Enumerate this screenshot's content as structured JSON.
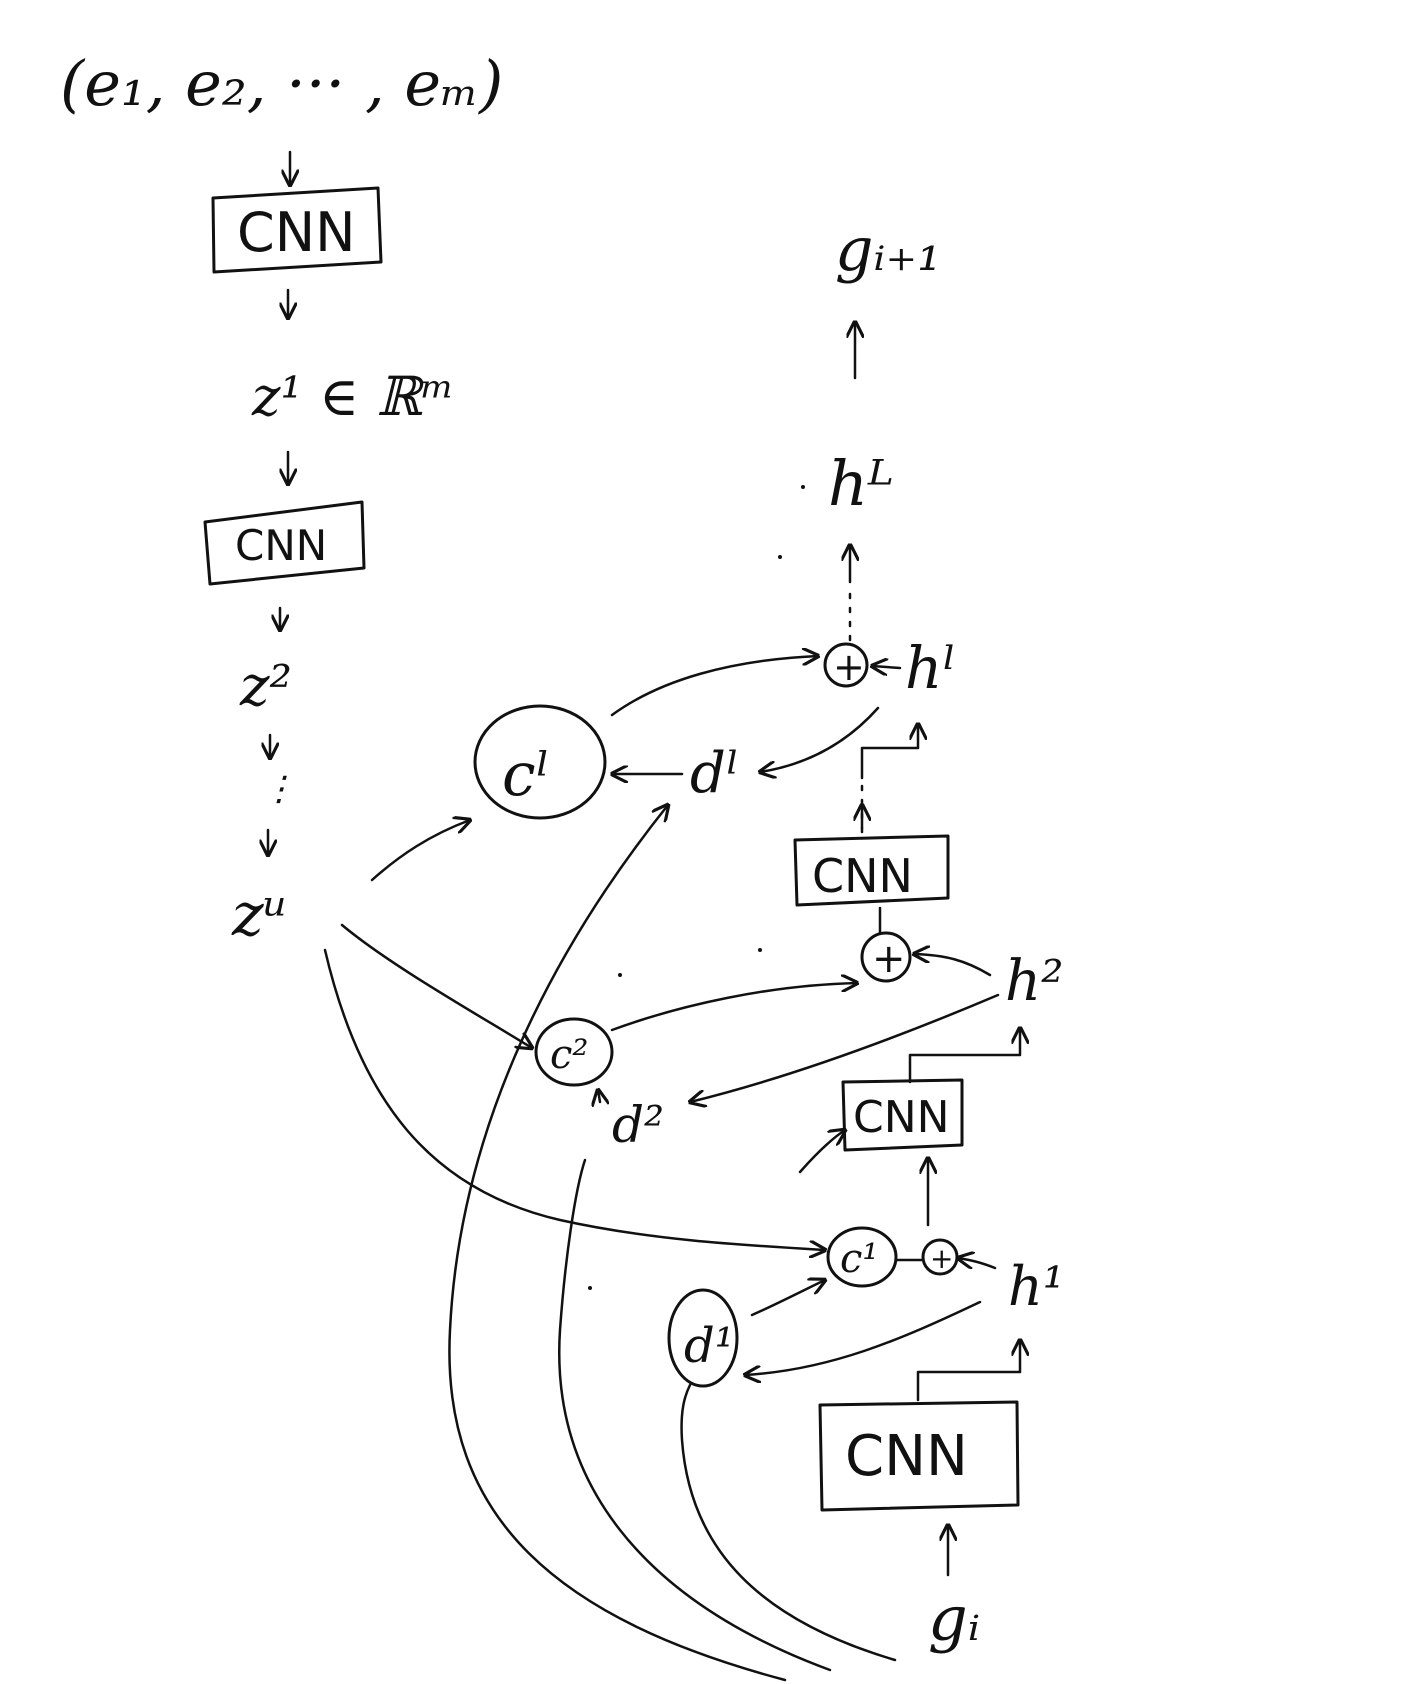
{
  "encoder": {
    "input_sequence": "(e₁, e₂, ··· , eₘ)",
    "cnn_1": "CNN",
    "z1": "z¹ ∈ ℝᵐ",
    "cnn_2": "CNN",
    "z2": "z²",
    "ellipsis": "⋮",
    "zu": "zᵘ"
  },
  "decoder": {
    "output": "gᵢ₊₁",
    "hL": "hᴸ",
    "plus_top": "+",
    "hl": "hˡ",
    "cl": "cˡ",
    "dl": "dˡ",
    "cnn_l": "CNN",
    "plus_2": "+",
    "h2": "h²",
    "c2": "c²",
    "d2": "d²",
    "cnn_2": "CNN",
    "c1": "c¹",
    "plus_1": "+",
    "h1": "h¹",
    "d1": "d¹",
    "cnn_1": "CNN",
    "input": "gᵢ"
  }
}
